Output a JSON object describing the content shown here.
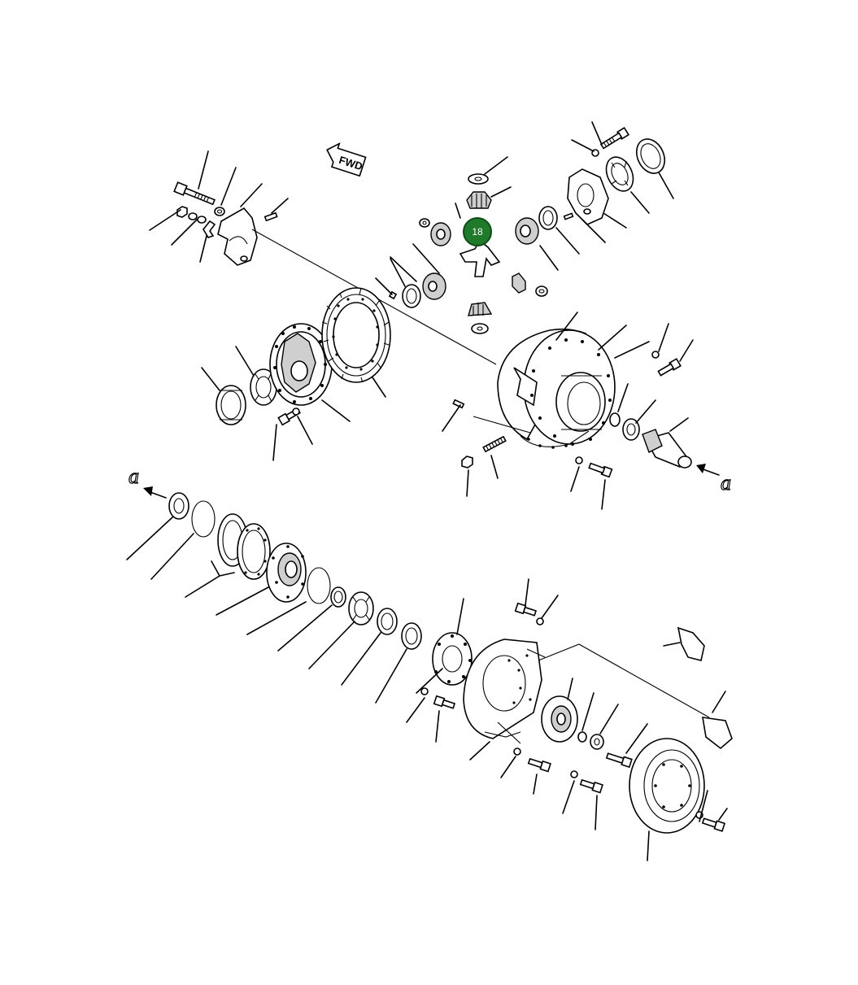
{
  "diagram": {
    "fwd_label": "FWD",
    "reference_letter_left": "a",
    "reference_letter_right": "a",
    "highlighted_callout": {
      "number": "18",
      "color": "#1f7a2c"
    }
  }
}
